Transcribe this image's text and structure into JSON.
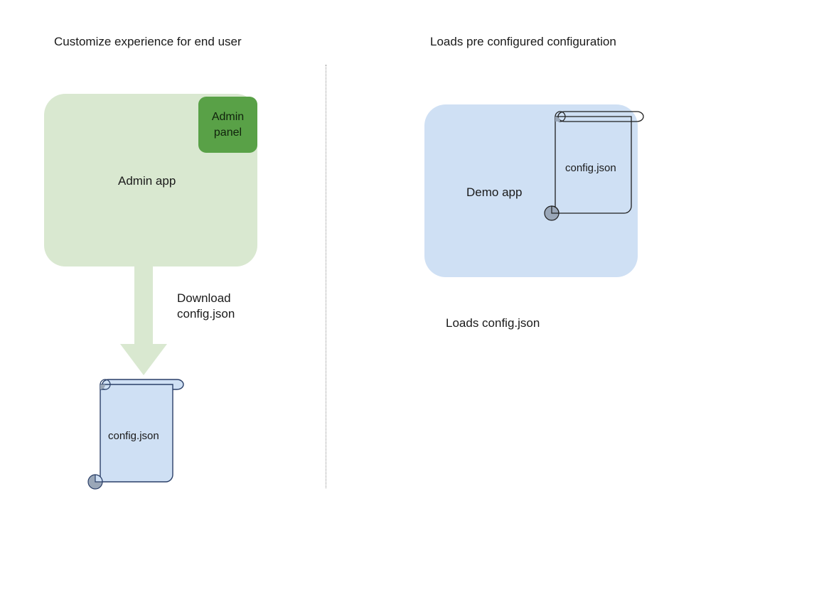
{
  "diagram": {
    "type": "flow-diagram",
    "background_color": "#ffffff",
    "sections": {
      "left": {
        "title": "Customize experience for end user",
        "app": {
          "label": "Admin app",
          "fill_color": "#d9e8d0"
        },
        "panel": {
          "label": "Admin\npanel",
          "fill_color": "#59a147",
          "text_color": "#10220c"
        },
        "arrow": {
          "label": "Download\nconfig.json",
          "fill_color": "#d9e8d0",
          "direction": "down"
        },
        "document": {
          "caption": "config.json",
          "fill_color": "#cfe0f4",
          "stroke_color": "#2a3f68",
          "curl_color": "#9aa7b8"
        }
      },
      "right": {
        "title": "Loads pre configured configuration",
        "app": {
          "label": "Demo app",
          "fill_color": "#cfe0f4"
        },
        "document": {
          "caption": "config.json",
          "fill_color": "none",
          "stroke_color": "#1f1f1f",
          "curl_color": "#9aa7b8"
        },
        "note": "Loads config.json"
      }
    },
    "divider": {
      "style": "dotted",
      "color": "#8d8d8d",
      "orientation": "vertical"
    }
  }
}
